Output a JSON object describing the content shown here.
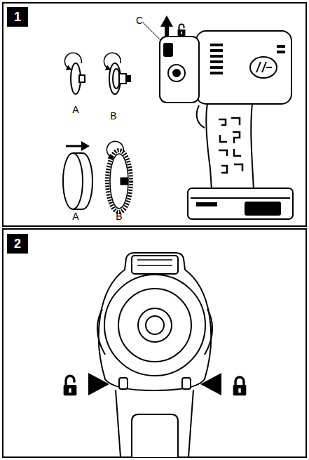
{
  "diagram": {
    "nodes": [
      {
        "text": [
          "1"
        ]
      },
      {
        "text": [
          "2"
        ]
      }
    ],
    "labels": [
      "C",
      "A",
      "B",
      "A",
      "B"
    ]
  }
}
